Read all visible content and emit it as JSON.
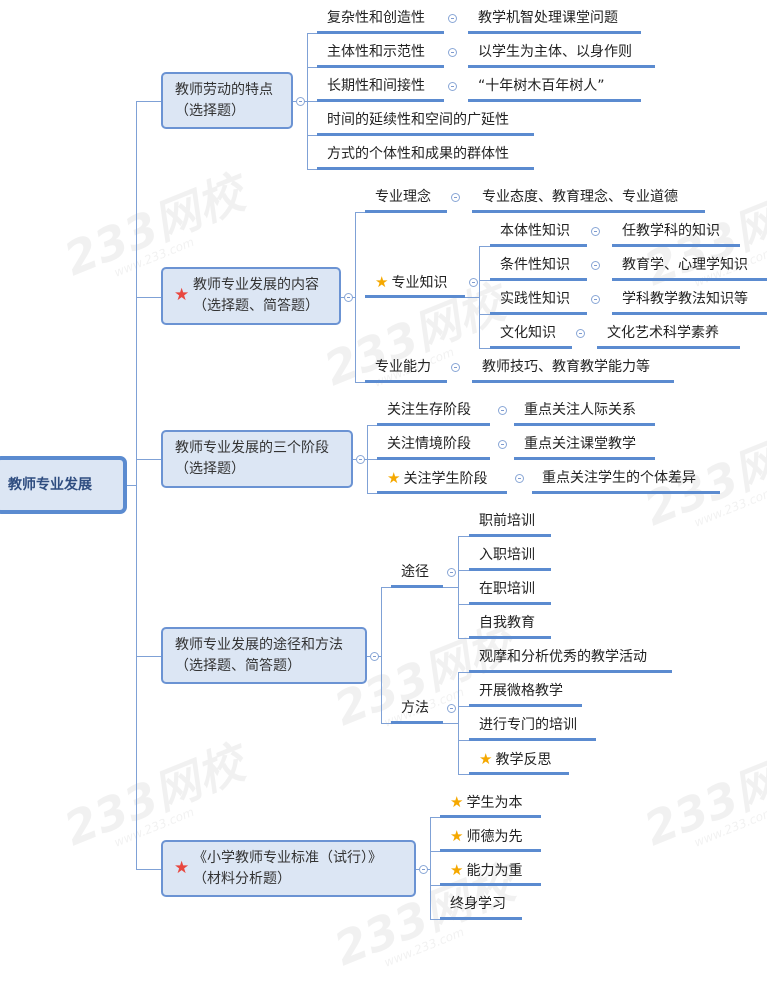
{
  "root": {
    "label": "教师专业发展"
  },
  "branches": [
    {
      "title": "教师劳动的特点",
      "subtitle": "（选择题）",
      "starred": false,
      "children": [
        {
          "label": "复杂性和创造性",
          "detail": "教学机智处理课堂问题"
        },
        {
          "label": "主体性和示范性",
          "detail": "以学生为主体、以身作则"
        },
        {
          "label": "长期性和间接性",
          "detail": "“十年树木百年树人”"
        },
        {
          "label": "时间的延续性和空间的广延性"
        },
        {
          "label": "方式的个体性和成果的群体性"
        }
      ]
    },
    {
      "title": "教师专业发展的内容",
      "subtitle": "（选择题、简答题）",
      "starred": true,
      "children": [
        {
          "label": "专业理念",
          "detail": "专业态度、教育理念、专业道德"
        },
        {
          "label": "专业知识",
          "starred": true,
          "children": [
            {
              "label": "本体性知识",
              "detail": "任教学科的知识"
            },
            {
              "label": "条件性知识",
              "detail": "教育学、心理学知识"
            },
            {
              "label": "实践性知识",
              "detail": "学科教学教法知识等"
            },
            {
              "label": "文化知识",
              "detail": "文化艺术科学素养"
            }
          ]
        },
        {
          "label": "专业能力",
          "detail": "教师技巧、教育教学能力等"
        }
      ]
    },
    {
      "title": "教师专业发展的三个阶段",
      "subtitle": "（选择题）",
      "starred": false,
      "children": [
        {
          "label": "关注生存阶段",
          "detail": "重点关注人际关系"
        },
        {
          "label": "关注情境阶段",
          "detail": "重点关注课堂教学"
        },
        {
          "label": "关注学生阶段",
          "detail": "重点关注学生的个体差异",
          "starred": true
        }
      ]
    },
    {
      "title": "教师专业发展的途径和方法",
      "subtitle": "（选择题、简答题）",
      "starred": false,
      "children": [
        {
          "label": "途径",
          "children": [
            {
              "label": "职前培训"
            },
            {
              "label": "入职培训"
            },
            {
              "label": "在职培训"
            },
            {
              "label": "自我教育"
            }
          ]
        },
        {
          "label": "方法",
          "children": [
            {
              "label": "观摩和分析优秀的教学活动"
            },
            {
              "label": "开展微格教学"
            },
            {
              "label": "进行专门的培训"
            },
            {
              "label": "教学反思",
              "starred": true
            }
          ]
        }
      ]
    },
    {
      "title": "《小学教师专业标准（试行）》",
      "subtitle": "（材料分析题）",
      "starred": true,
      "children": [
        {
          "label": "学生为本",
          "starred": true
        },
        {
          "label": "师德为先",
          "starred": true
        },
        {
          "label": "能力为重",
          "starred": true
        },
        {
          "label": "终身学习"
        }
      ]
    }
  ],
  "watermark": {
    "text": "233网校",
    "url": "www.233.com"
  },
  "colors": {
    "node_fill": "#dce6f4",
    "node_border": "#5b8bd0",
    "connector": "#7fa1d6",
    "star_red": "#e8473f",
    "star_gold": "#f5a800"
  }
}
